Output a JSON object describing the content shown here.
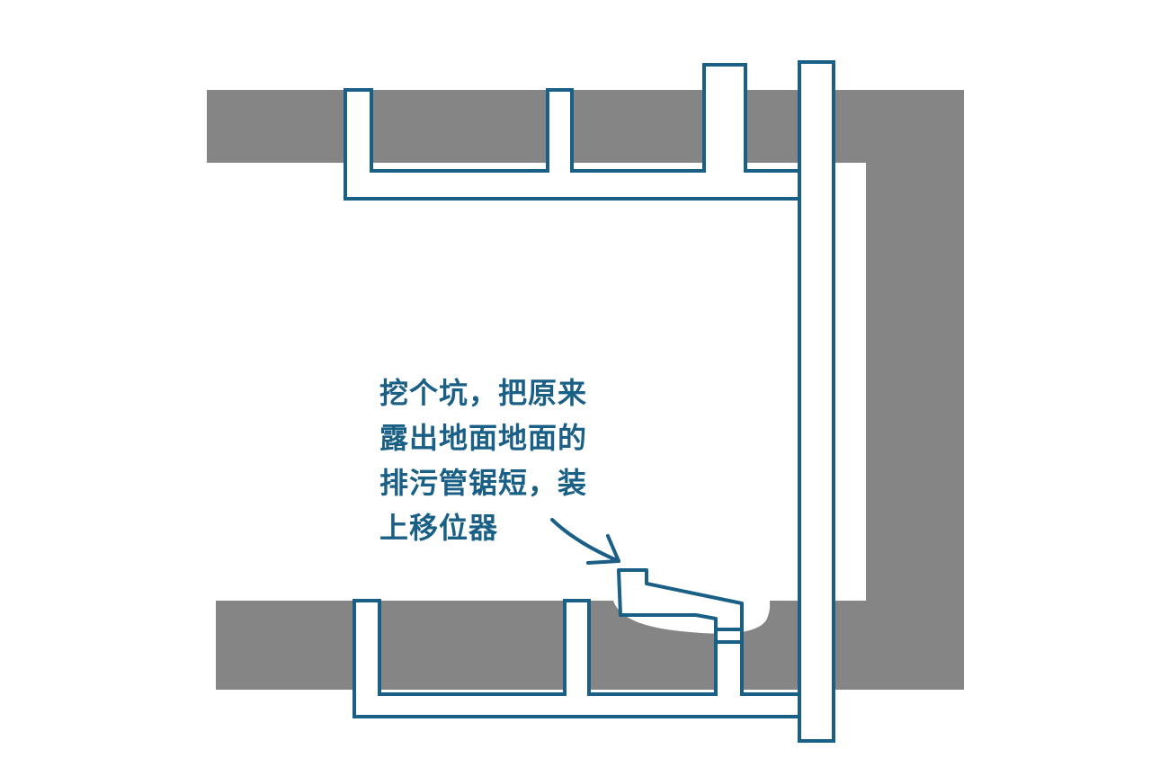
{
  "annotation": {
    "lines": [
      "挖个坑，把原来",
      "露出地面地面的",
      "排污管锯短，装",
      "上移位器"
    ]
  },
  "colors": {
    "floor_slab": "#858585",
    "pipe_stroke": "#1a5f86",
    "pipe_fill": "#ffffff",
    "text": "#1a5f86",
    "background": "#ffffff"
  },
  "icons": [
    "curved-arrow-icon"
  ]
}
